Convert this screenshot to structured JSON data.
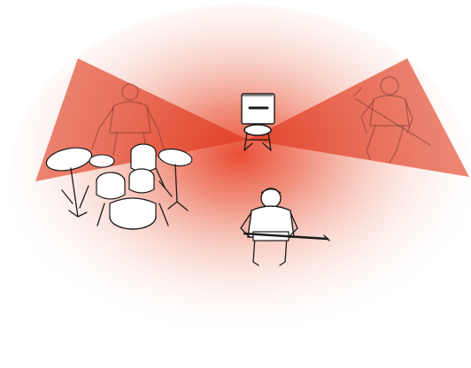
{
  "scene": {
    "colors": {
      "background": "#ffffff",
      "ellipse_center": "#e8442a",
      "ellipse_edge": "#ffffff",
      "beam": "#e24a30"
    },
    "elements": [
      {
        "name": "stage-area",
        "shape": "ellipse"
      },
      {
        "name": "directional-beam-left",
        "shape": "wedge"
      },
      {
        "name": "directional-beam-right",
        "shape": "wedge"
      },
      {
        "name": "monitor-speaker",
        "icon": "speaker-icon"
      },
      {
        "name": "drummer",
        "icon": "musician-icon"
      },
      {
        "name": "drum-kit",
        "icon": "drum-kit-icon"
      },
      {
        "name": "bassist",
        "icon": "musician-icon"
      },
      {
        "name": "guitarist",
        "icon": "musician-icon"
      }
    ]
  }
}
